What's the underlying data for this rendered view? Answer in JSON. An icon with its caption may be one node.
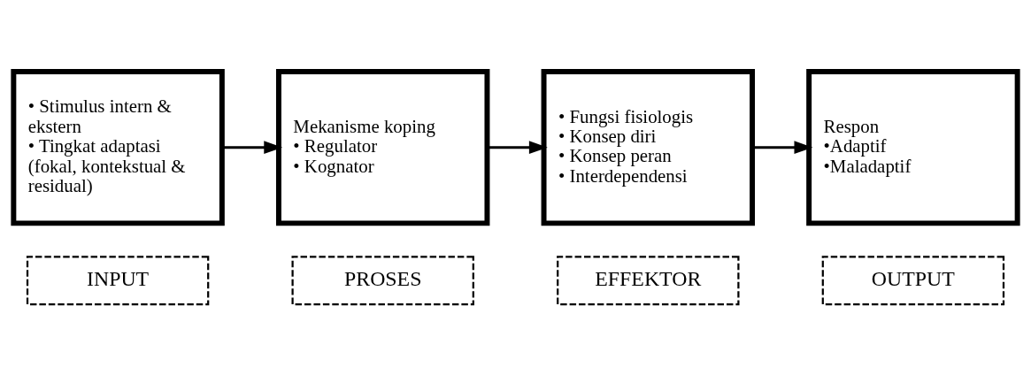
{
  "diagram": {
    "nodes": [
      {
        "text": [
          "INPUT"
        ]
      },
      {
        "text": [
          "PROSES"
        ]
      },
      {
        "text": [
          "EFFEKTOR"
        ]
      },
      {
        "text": [
          "OUTPUT"
        ]
      },
      {
        "text": [
          "• Stimulus intern & ekstern",
          "• Tingkat adaptasi (fokal, kontekstual & residual)"
        ]
      },
      {
        "text": [
          "Mekanisme koping",
          "• Regulator",
          "• Kognator"
        ]
      },
      {
        "text": [
          "• Fungsi fisiologis",
          "• Konsep diri",
          "• Konsep peran",
          "• Interdependensi"
        ]
      },
      {
        "text": [
          "Respon",
          "•Adaptif",
          "•Maladaptif"
        ]
      }
    ],
    "edges": [
      {
        "from": 4,
        "to": 5,
        "arrow": "to"
      },
      {
        "from": 5,
        "to": 6,
        "arrow": "to"
      },
      {
        "from": 6,
        "to": 7,
        "arrow": "to"
      }
    ]
  }
}
